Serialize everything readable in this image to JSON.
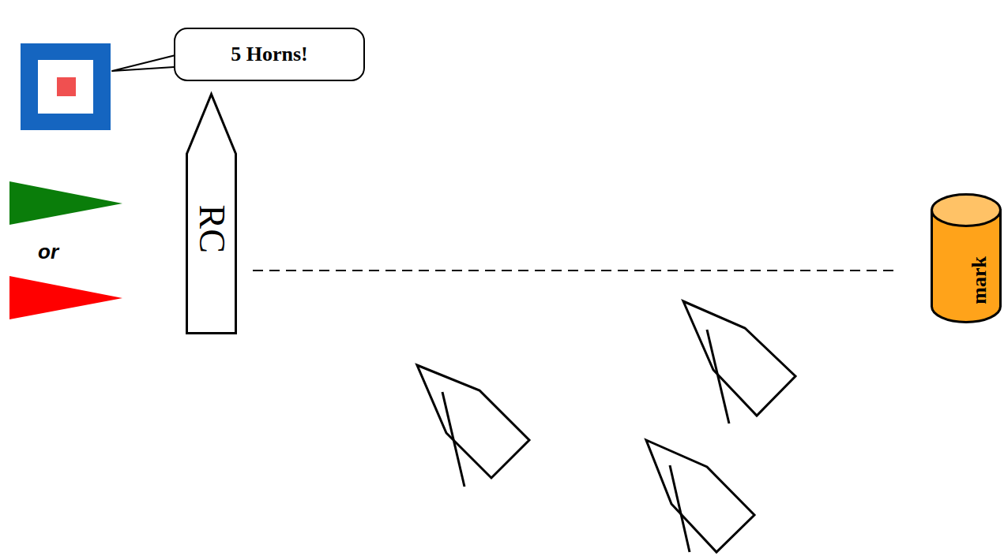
{
  "diagram": {
    "nodes": [
      {
        "text": [
          "5 Horns!"
        ]
      },
      {
        "text": [
          "RC"
        ]
      },
      {
        "text": [
          "mark"
        ]
      }
    ],
    "edges": [
      {
        "from": 1,
        "to": 2,
        "arrow": "none"
      }
    ],
    "labels": [
      "or"
    ]
  }
}
